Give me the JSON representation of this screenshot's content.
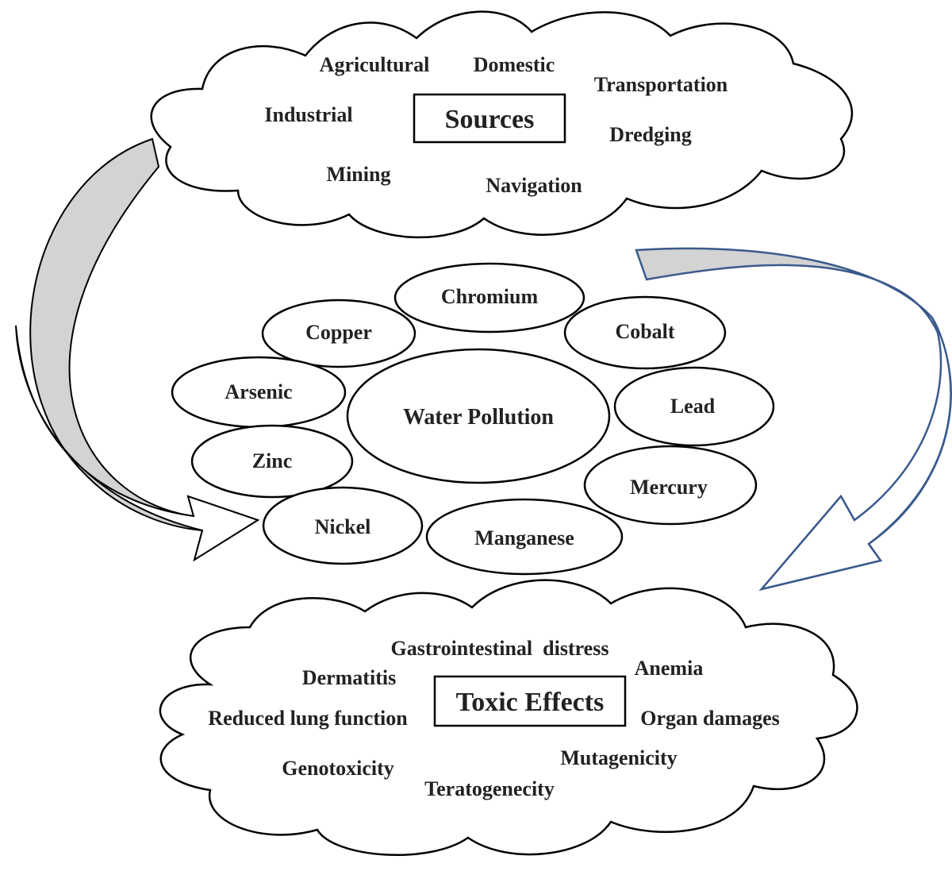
{
  "sources": {
    "title": "Sources",
    "items": [
      "Agricultural",
      "Domestic",
      "Transportation",
      "Industrial",
      "Dredging",
      "Mining",
      "Navigation"
    ]
  },
  "center": {
    "title": "Water Pollution",
    "metals": [
      "Chromium",
      "Copper",
      "Cobalt",
      "Arsenic",
      "Lead",
      "Zinc",
      "Mercury",
      "Nickel",
      "Manganese"
    ]
  },
  "effects": {
    "title": "Toxic Effects",
    "items": [
      "Gastrointestinal  distress",
      "Anemia",
      "Dermatitis",
      "Reduced lung function",
      "Organ damages",
      "Genotoxicity",
      "Mutagenicity",
      "Teratogenecity"
    ]
  },
  "colors": {
    "arrow_fill": "#d3d3d3",
    "arrow_left_stroke": "#000000",
    "arrow_right_stroke": "#3a5a8c"
  }
}
